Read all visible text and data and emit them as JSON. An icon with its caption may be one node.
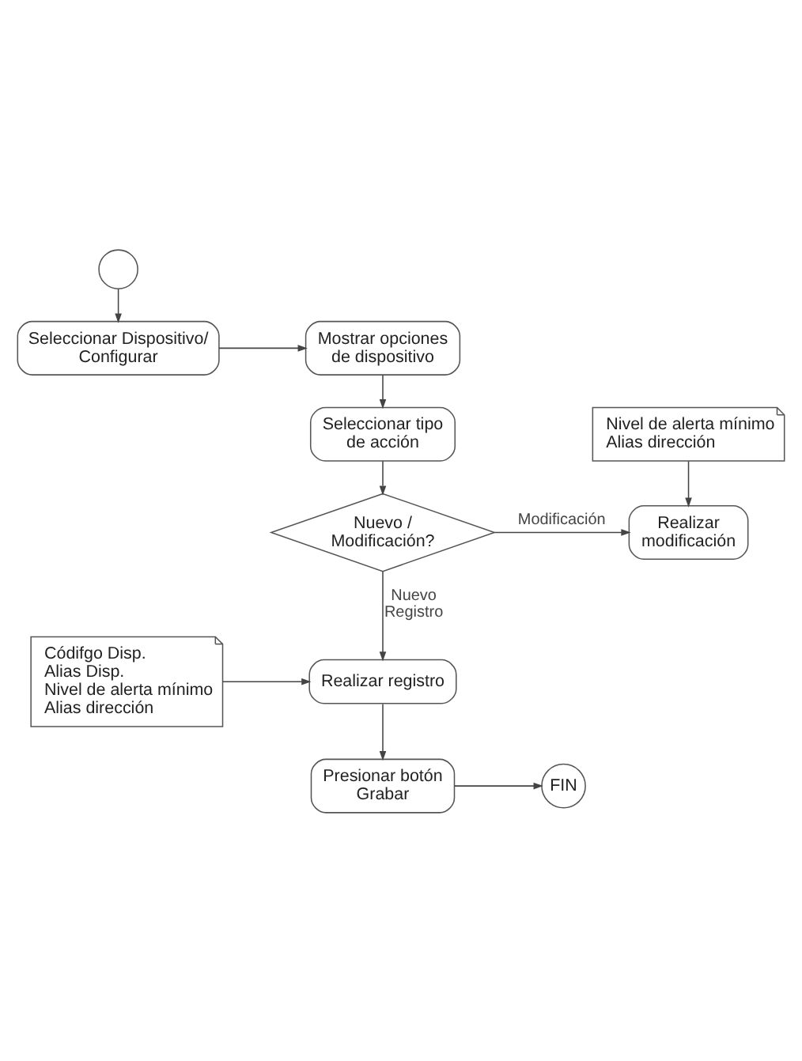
{
  "diagram": {
    "nodes": [
      {
        "text": [],
        "shape": "circle"
      },
      {
        "text": [
          "Seleccionar Dispositivo/ Configurar"
        ]
      },
      {
        "text": [
          "Mostrar opciones de dispositivo"
        ]
      },
      {
        "text": [
          "Seleccionar tipo de acción"
        ]
      },
      {
        "text": [
          "Nuevo / Modificación?"
        ]
      },
      {
        "text": [
          "Nivel de alerta mínimo Alias dirección"
        ]
      },
      {
        "text": [
          "Realizar modificación"
        ]
      },
      {
        "text": [
          "Realizar registro"
        ]
      },
      {
        "text": [
          "Códifgo Disp. Alias Disp. Nivel de alerta mínimo Alias dirección"
        ]
      },
      {
        "text": [
          "Presionar botón Grabar"
        ]
      },
      {
        "text": [
          "FIN"
        ]
      }
    ],
    "edges": [
      {
        "from": 0,
        "to": 1,
        "arrow": "to"
      },
      {
        "from": 1,
        "to": 2,
        "arrow": "to"
      },
      {
        "from": 2,
        "to": 3,
        "arrow": "to"
      },
      {
        "from": 3,
        "to": 4,
        "arrow": "to"
      },
      {
        "from": 4,
        "to": 6,
        "arrow": "to",
        "label": "Modificación"
      },
      {
        "from": 5,
        "to": 6,
        "arrow": "to"
      },
      {
        "from": 4,
        "to": 7,
        "arrow": "to",
        "label": "Nuevo Registro"
      },
      {
        "from": 8,
        "to": 7,
        "arrow": "to"
      },
      {
        "from": 7,
        "to": 9,
        "arrow": "to"
      },
      {
        "from": 9,
        "to": 10,
        "arrow": "to"
      }
    ]
  }
}
